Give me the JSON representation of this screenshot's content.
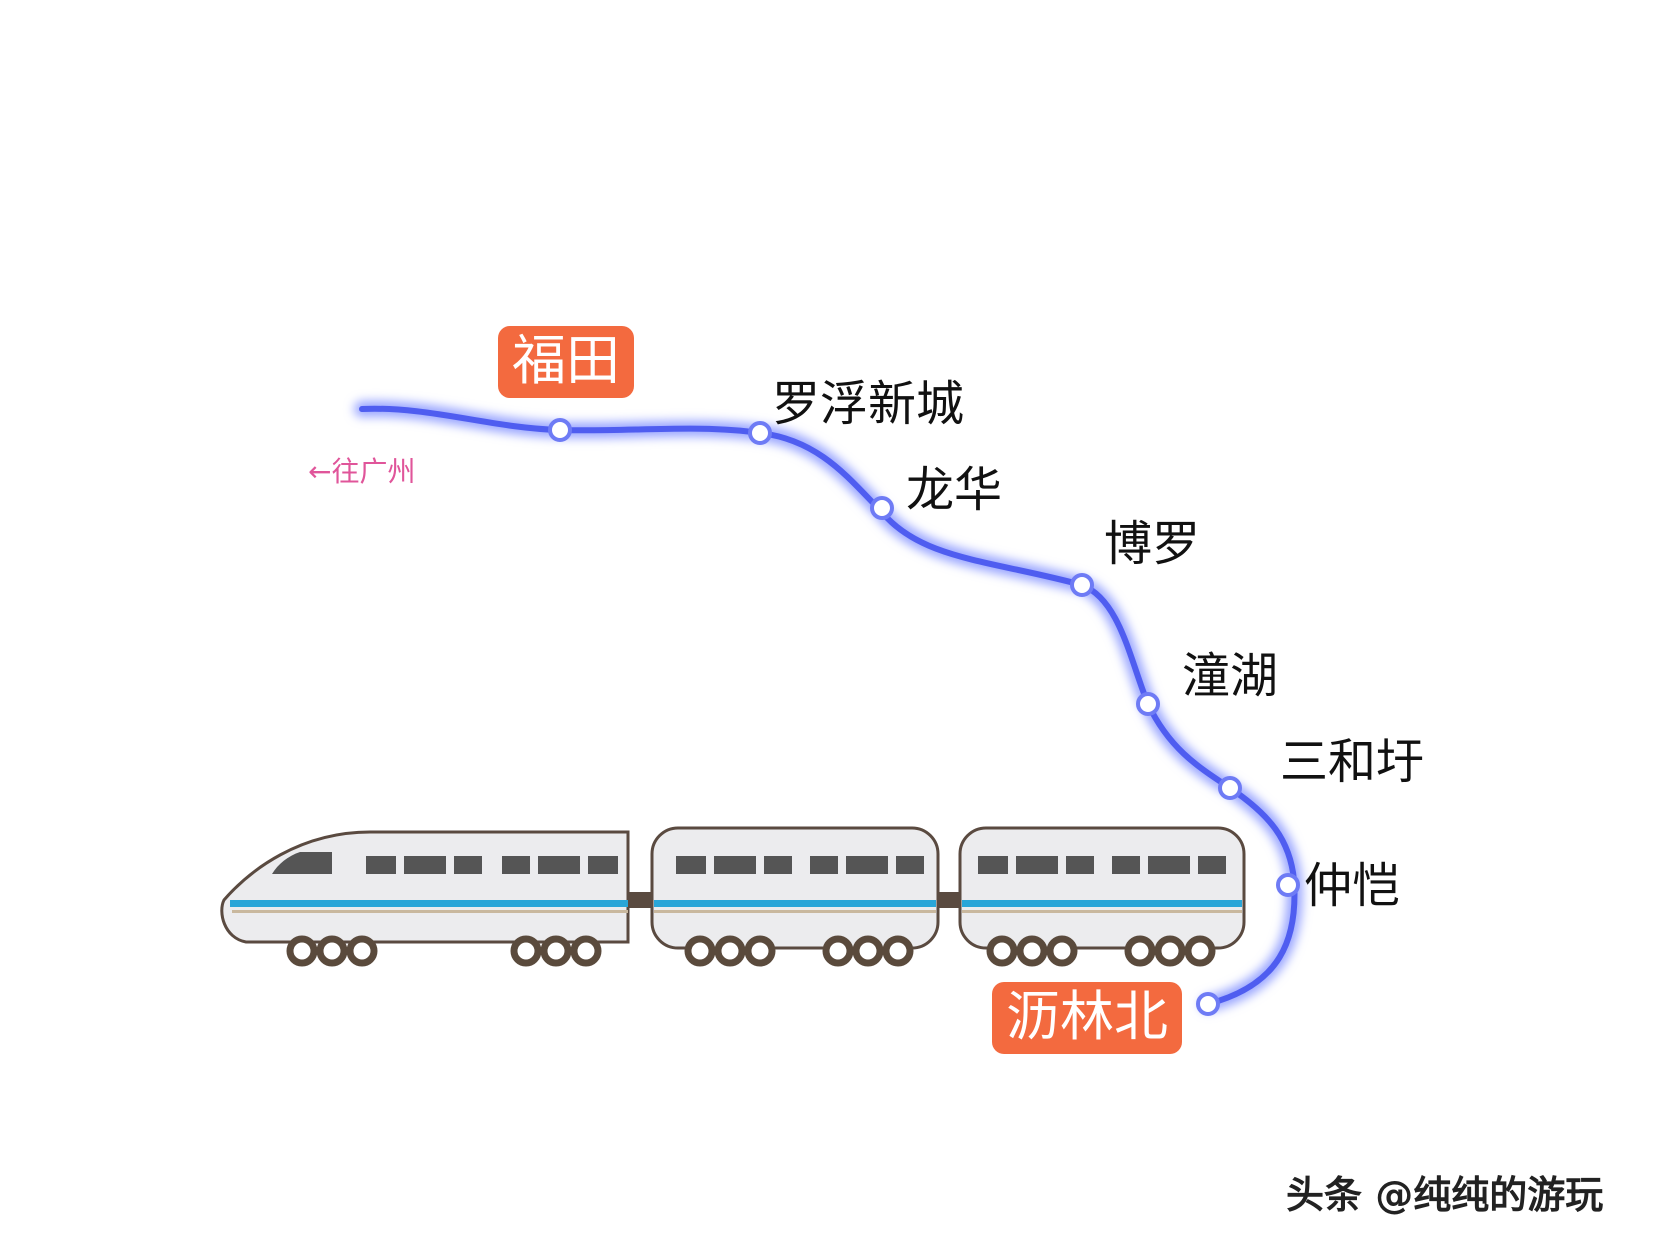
{
  "colors": {
    "route_line": "#4f5df0",
    "route_glow": "#9aa6ff",
    "badge_bg": "#f36a3f",
    "direction_text": "#e0559a",
    "train_body": "#ececee",
    "train_outline": "#5a4a40",
    "train_stripe": "#2aa6d8",
    "train_window": "#555555",
    "wheel": "#5a4a3c"
  },
  "direction": {
    "text": "←往广州"
  },
  "terminal_start": {
    "name": "福田"
  },
  "terminal_end": {
    "name": "沥林北"
  },
  "stations": [
    {
      "name": "罗浮新城"
    },
    {
      "name": "龙华"
    },
    {
      "name": "博罗"
    },
    {
      "name": "潼湖"
    },
    {
      "name": "三和圩"
    },
    {
      "name": "仲恺"
    }
  ],
  "watermark": {
    "text": "头条 @纯纯的游玩"
  }
}
